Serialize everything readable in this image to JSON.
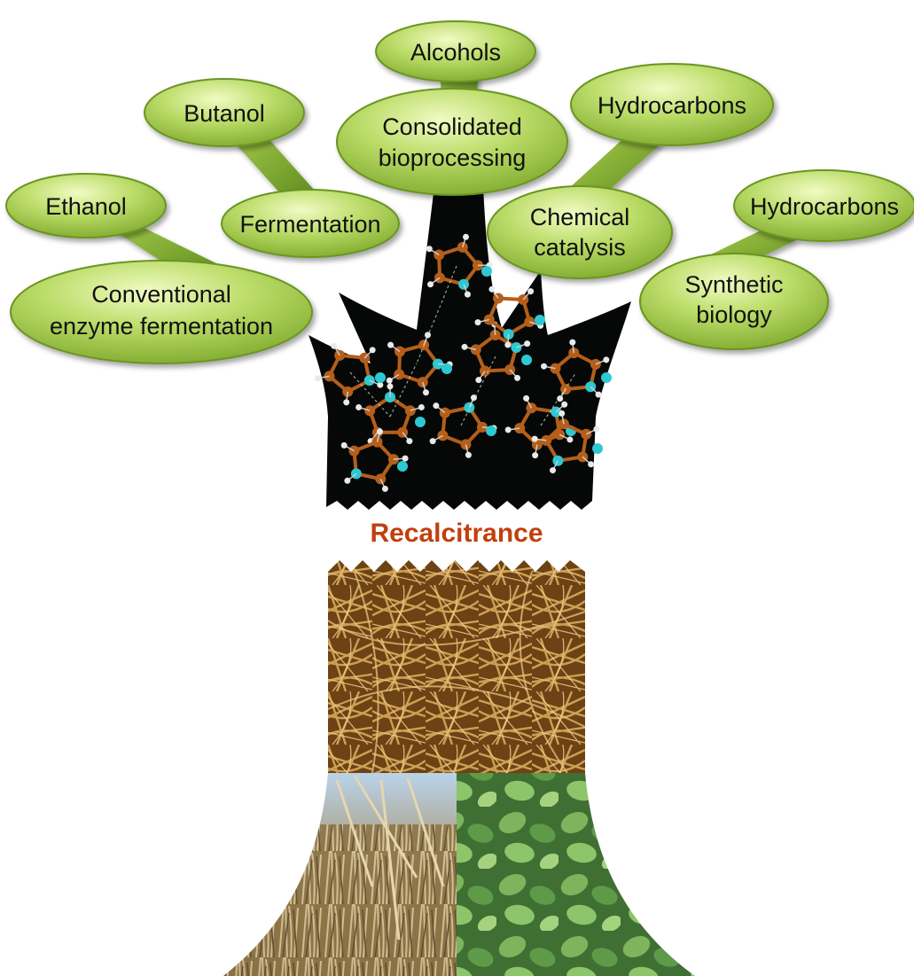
{
  "center_label": "Recalcitrance",
  "colors": {
    "center_label": "#c0400e",
    "node_fill_light": "#dff0a0",
    "node_fill_dark": "#8ab535",
    "node_stroke": "#5f8a1c",
    "branch_fill": "#7fae2e",
    "molecule_bg": "#050807",
    "carbon_atom": "#b55e1a",
    "nitrogen_atom": "#2ec8d2",
    "hydrogen_atom": "#e9e9e9",
    "fibers_base": "#7a4c17",
    "grass": "#a98a55",
    "leaves": "#4e8a3a"
  },
  "nodes": {
    "alcohols": "Alcohols",
    "butanol": "Butanol",
    "consolidated_bioprocessing": [
      "Consolidated",
      "bioprocessing"
    ],
    "hydrocarbons_top": "Hydrocarbons",
    "ethanol": "Ethanol",
    "fermentation": "Fermentation",
    "chemical_catalysis": [
      "Chemical",
      "catalysis"
    ],
    "hydrocarbons_right": "Hydrocarbons",
    "conventional_enzyme_fermentation": [
      "Conventional",
      "enzyme fermentation"
    ],
    "synthetic_biology": [
      "Synthetic",
      "biology"
    ]
  }
}
